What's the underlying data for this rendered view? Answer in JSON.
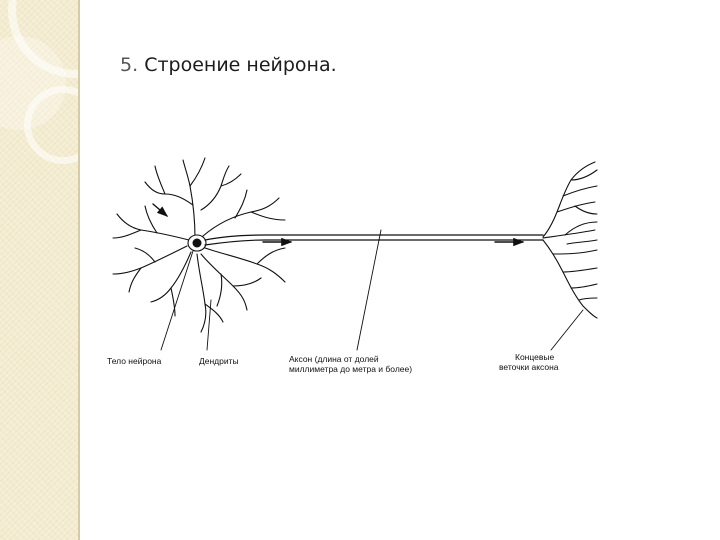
{
  "slide": {
    "number": "5.",
    "title": "Строение нейрона."
  },
  "diagram": {
    "labels": {
      "soma": "Тело нейрона",
      "dendrites": "Дендриты",
      "axon_line1": "Аксон (длина от долей",
      "axon_line2": "миллиметра до метра и более)",
      "terminals_line1": "Концевые",
      "terminals_line2": "веточки аксона"
    }
  },
  "colors": {
    "strip": "#f4ecd0",
    "ink": "#111111"
  }
}
